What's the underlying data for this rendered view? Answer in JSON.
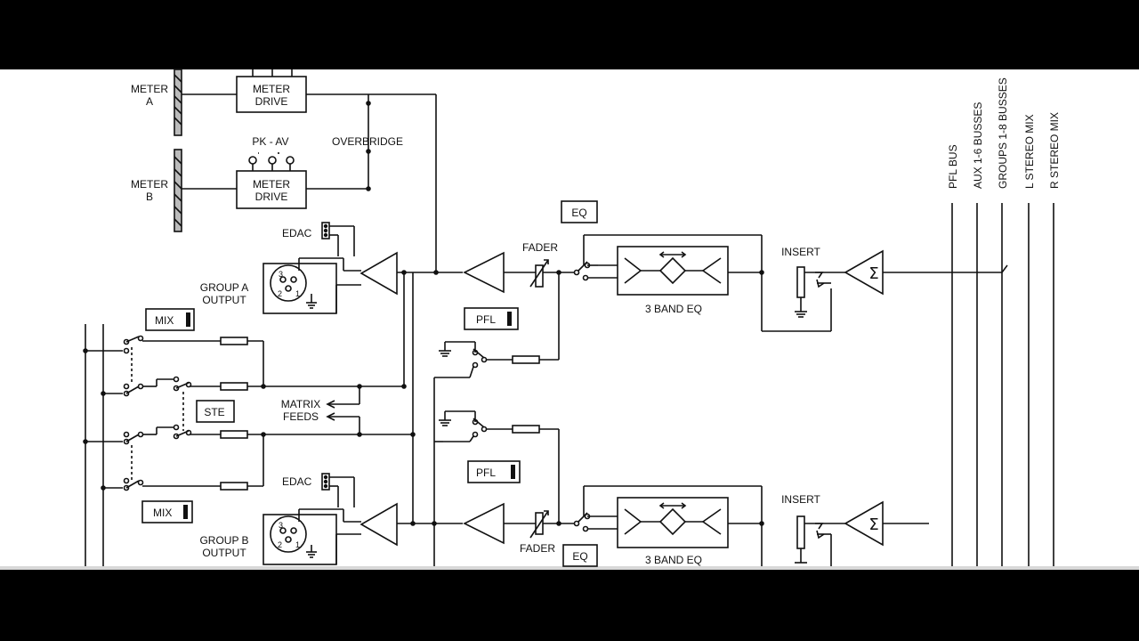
{
  "colors": {
    "background": "#000000",
    "sheet": "#ffffff",
    "ink": "#111111"
  },
  "labels": {
    "meter_a": "METER",
    "meter_a_sub": "A",
    "meter_b": "METER",
    "meter_b_sub": "B",
    "meter_drive_line1": "METER",
    "meter_drive_line2": "DRIVE",
    "pk_av": "PK - AV",
    "overbridge": "OVERBRIDGE",
    "edac": "EDAC",
    "group_a_output_line1": "GROUP A",
    "group_a_output_line2": "OUTPUT",
    "group_b_output_line1": "GROUP B",
    "group_b_output_line2": "OUTPUT",
    "mix": "MIX",
    "ste": "STE",
    "matrix_feeds_line1": "MATRIX",
    "matrix_feeds_line2": "FEEDS",
    "eq": "EQ",
    "fader": "FADER",
    "pfl": "PFL",
    "three_band_eq": "3 BAND EQ",
    "insert": "INSERT",
    "sigma": "Σ",
    "xlr_pin1": "1",
    "xlr_pin2": "2",
    "xlr_pin3": "3"
  },
  "busses": [
    "PFL BUS",
    "AUX 1-6 BUSSES",
    "GROUPS 1-8 BUSSES",
    "L STEREO MIX",
    "R STEREO MIX"
  ]
}
